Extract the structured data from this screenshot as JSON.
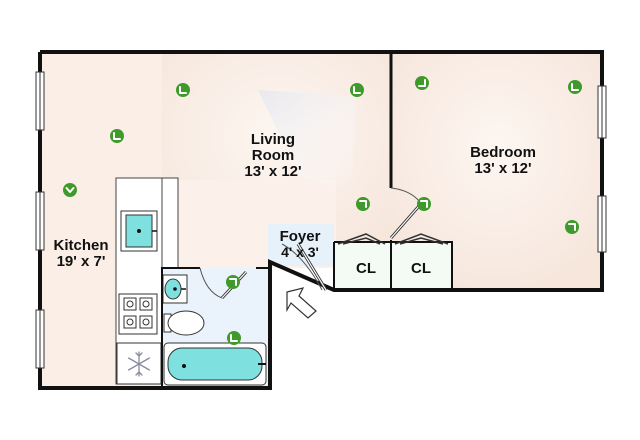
{
  "rooms": {
    "kitchen": {
      "name": "Kitchen",
      "size": "19' x 7'"
    },
    "living": {
      "name_line1": "Living",
      "name_line2": "Room",
      "size": "13' x 12'"
    },
    "bedroom": {
      "name": "Bedroom",
      "size": "13' x 12'"
    },
    "foyer": {
      "name": "Foyer",
      "size": "4' x 3'"
    },
    "closet_1": {
      "name": "CL"
    },
    "closet_2": {
      "name": "CL"
    }
  },
  "colors": {
    "wall": "#111111",
    "room_fill": "#faeee6",
    "bath_fill": "#eaf3fb",
    "closet_fill": "#f4fbf4",
    "green_marker": "#3f9a2b",
    "tub_fill": "#7fe0e0"
  },
  "icons": [
    "window-icon",
    "sensor-icon",
    "sink-icon",
    "stove-icon",
    "freezer-icon",
    "toilet-icon",
    "bathtub-icon",
    "door-icon",
    "entry-arrow-icon"
  ]
}
